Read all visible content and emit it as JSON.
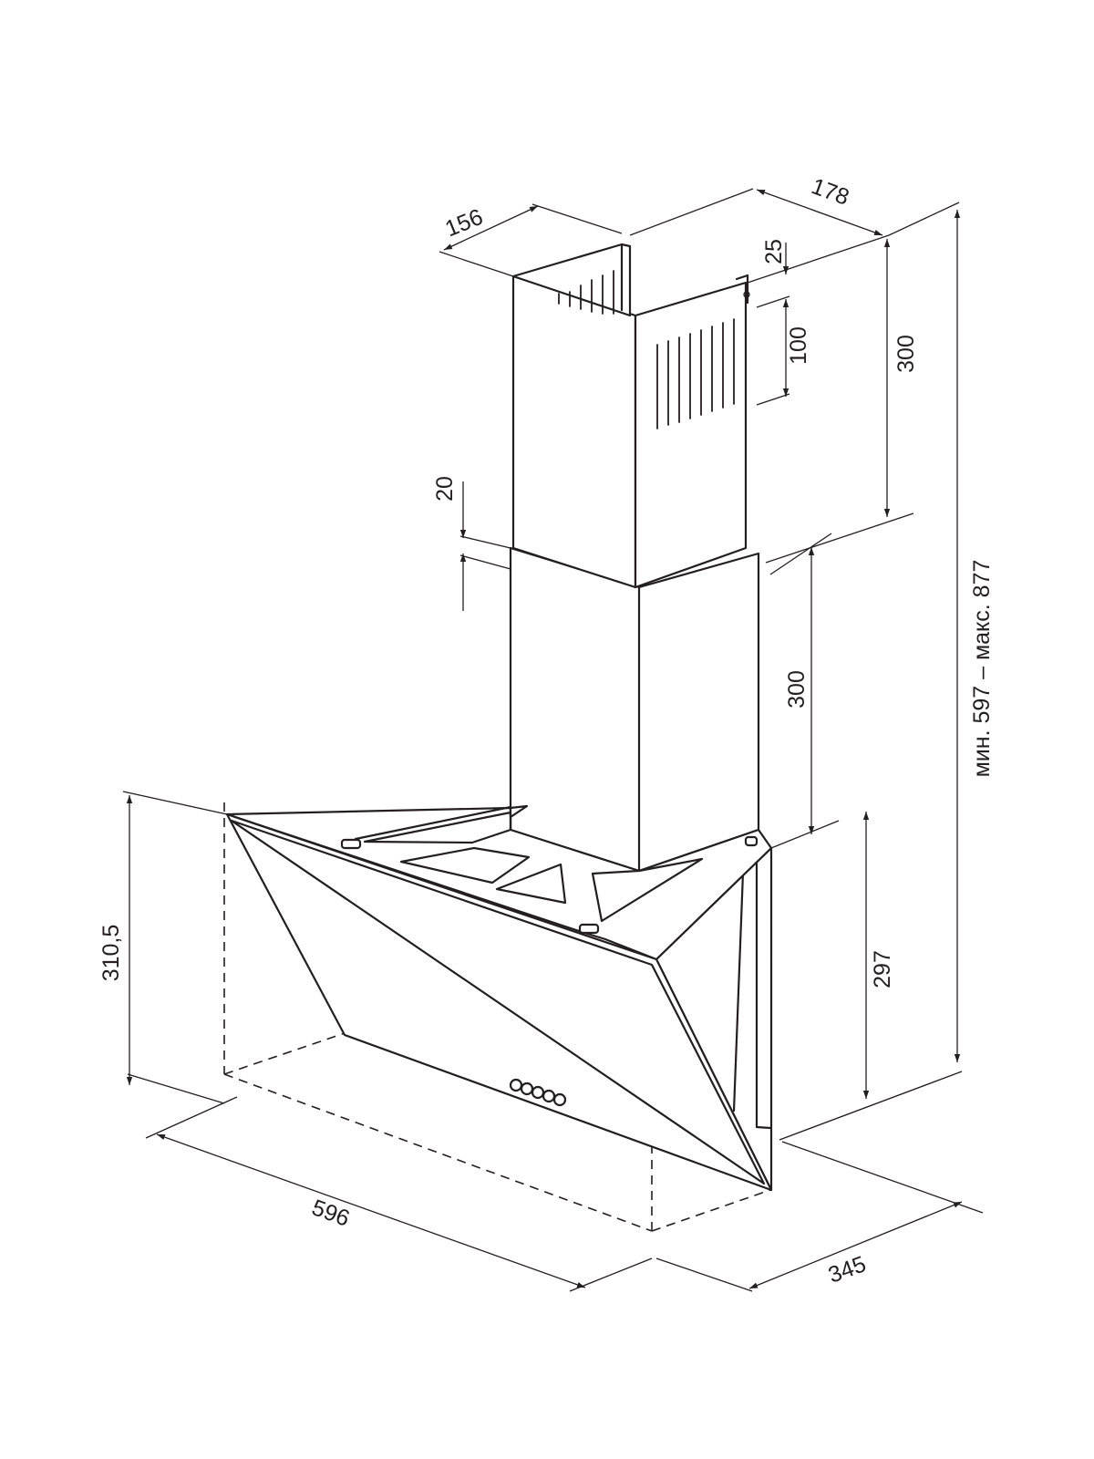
{
  "dimensions": {
    "chimney_width": "156",
    "chimney_depth": "178",
    "slot_offset_top": "25",
    "slot_height": "100",
    "upper_chimney_height": "300",
    "overlap": "20",
    "lower_chimney_height": "300",
    "body_height_front": "310,5",
    "body_height_side": "297",
    "total_height": "мин. 597 – макс. 877",
    "body_width": "596",
    "body_depth": "345"
  },
  "colors": {
    "line": "#231f20",
    "background": "#ffffff"
  }
}
